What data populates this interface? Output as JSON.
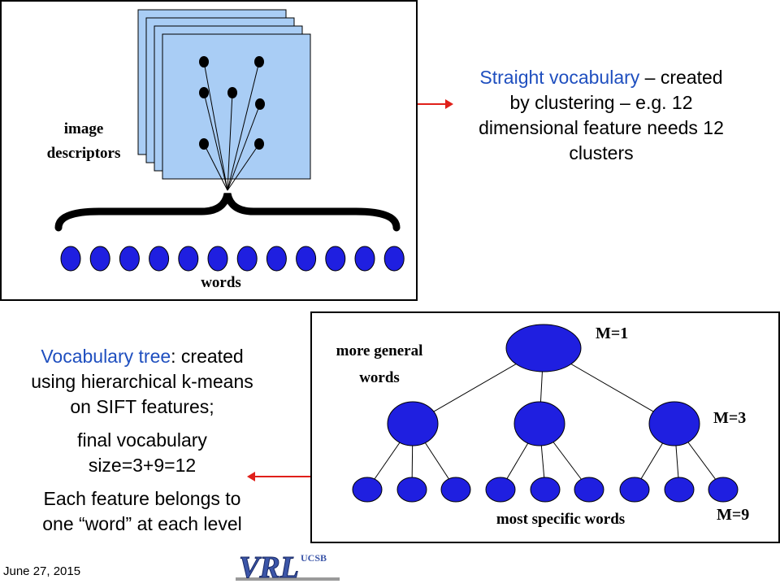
{
  "top_diagram": {
    "label_image": "image",
    "label_descriptors": "descriptors",
    "label_words": "words"
  },
  "straight_vocab": {
    "highlight": "Straight vocabulary",
    "rest_line1": " – created",
    "line2": "by clustering – e.g. 12",
    "line3": "dimensional feature needs 12",
    "line4": "clusters"
  },
  "tree_text": {
    "highlight": "Vocabulary tree",
    "rest_line1": ": created",
    "line2": "using hierarchical k-means",
    "line3": "on SIFT features;",
    "final_line1": "final vocabulary",
    "final_line2": "size=3+9=12",
    "each_line1": "Each feature belongs to",
    "each_line2": "one “word” at each level"
  },
  "tree_diagram": {
    "label_general_1": "more general",
    "label_general_2": "words",
    "label_specific": "most specific words",
    "m1": "M=1",
    "m3": "M=3",
    "m9": "M=9"
  },
  "footer": {
    "date": "June 27, 2015",
    "logo_text": "VRL",
    "logo_sub": "UCSB"
  },
  "colors": {
    "node_fill": "#1f1fe0",
    "card_fill": "#a9cdf5",
    "arrow": "#e0201a",
    "highlight_text": "#1f4fbf"
  }
}
